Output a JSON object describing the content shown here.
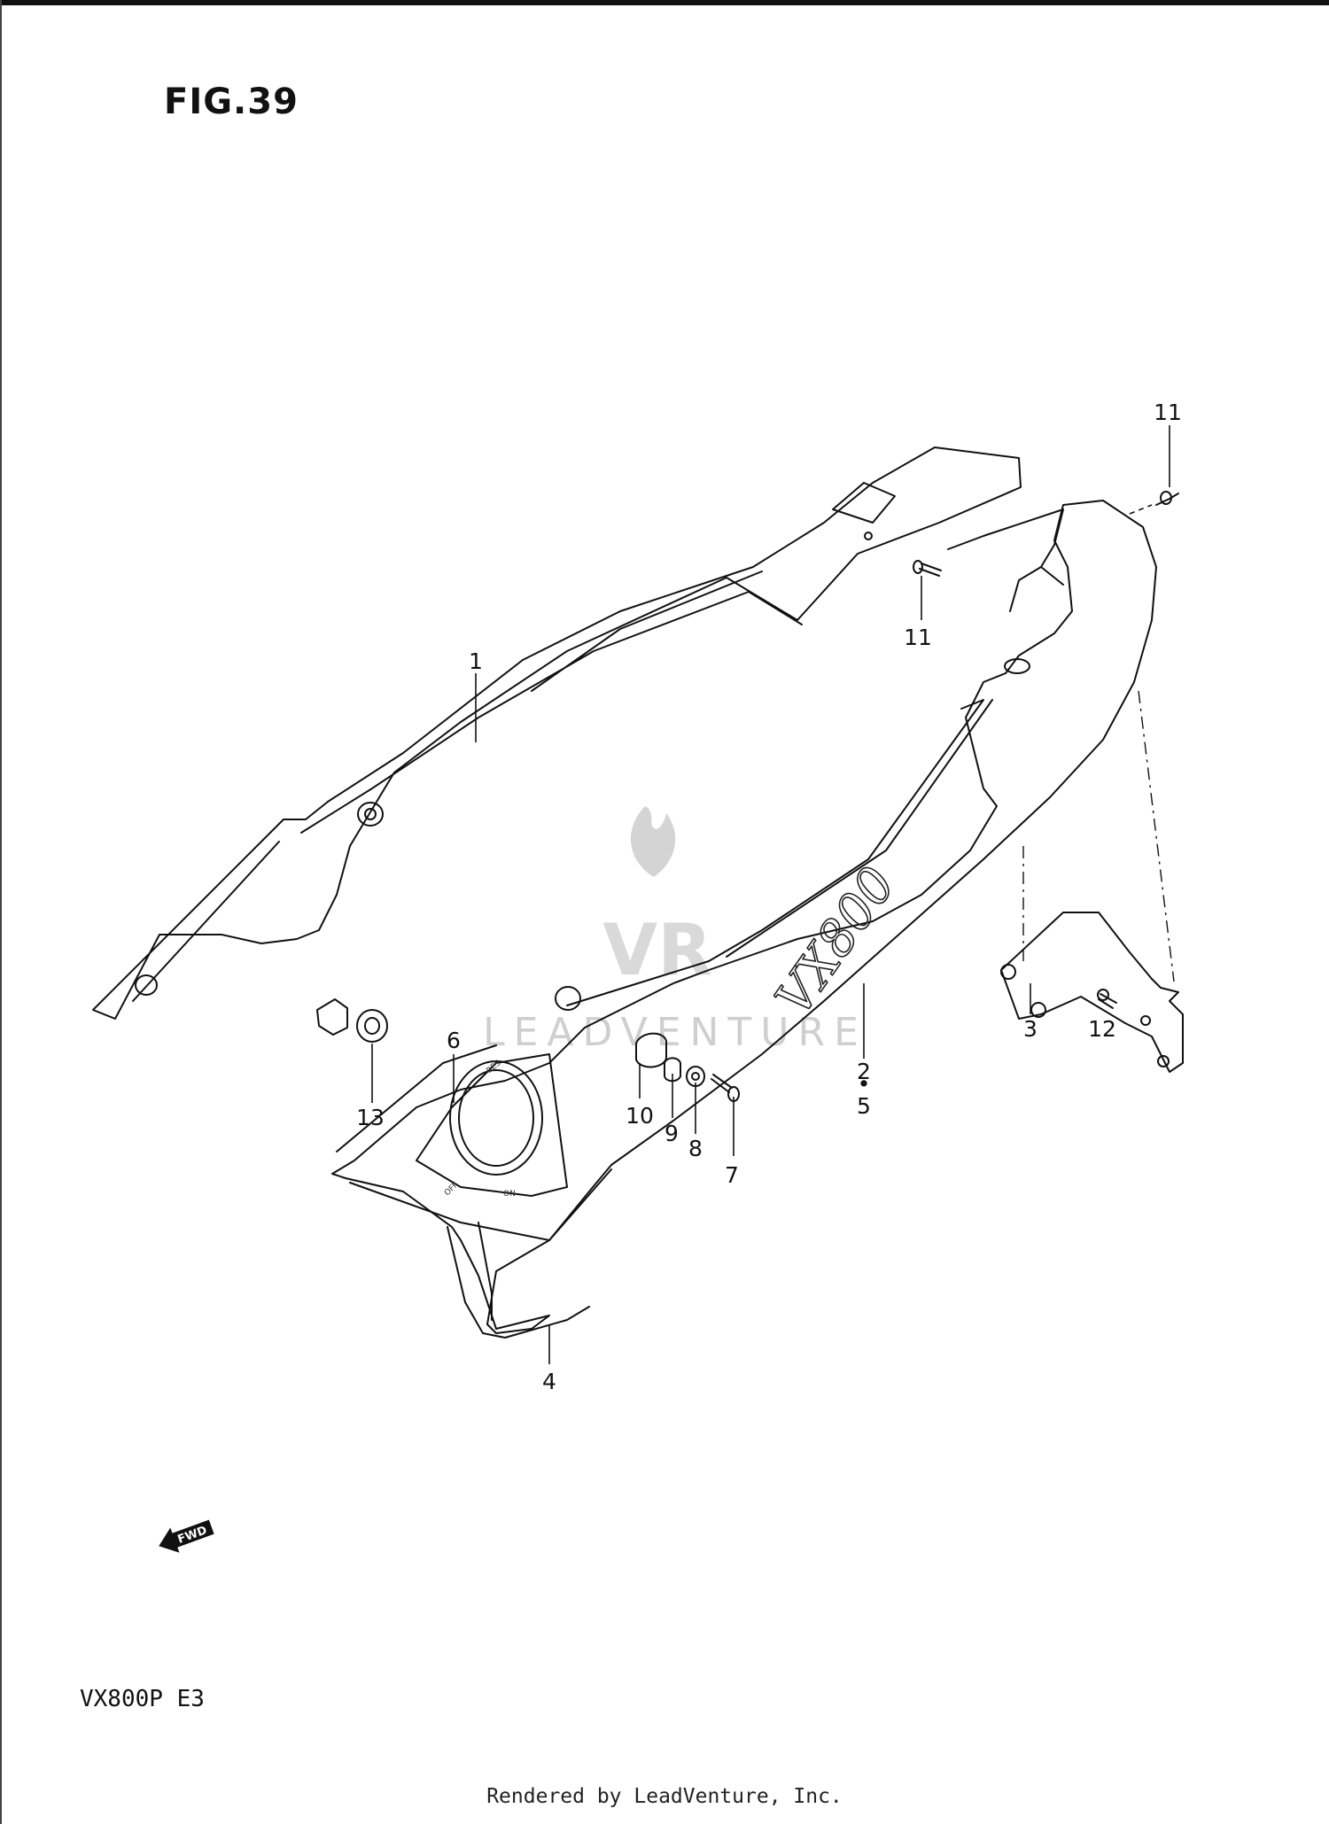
{
  "figure": {
    "title": "FIG.39",
    "model_code": "VX800P  E3",
    "footer": "Rendered by LeadVenture, Inc."
  },
  "callouts": {
    "part_1": "1",
    "part_2": "2",
    "part_2_dot": "•",
    "part_5": "5",
    "part_3": "3",
    "part_4": "4",
    "part_6": "6",
    "part_7": "7",
    "part_8": "8",
    "part_9": "9",
    "part_10": "10",
    "part_11_top": "11",
    "part_11_lower": "11",
    "part_12": "12",
    "part_13": "13"
  },
  "watermark": {
    "text": "LEADVENTURE",
    "logo_letters": "VR"
  },
  "emblem": {
    "text": "VX800"
  },
  "switch_labels": {
    "off": "OFF",
    "on": "ON",
    "res": "RES"
  },
  "direction_marker": {
    "label": "FWD",
    "icon": "fwd-arrow-icon"
  },
  "colors": {
    "line": "#111111",
    "watermark": "#cfcfcf",
    "background": "#ffffff"
  }
}
